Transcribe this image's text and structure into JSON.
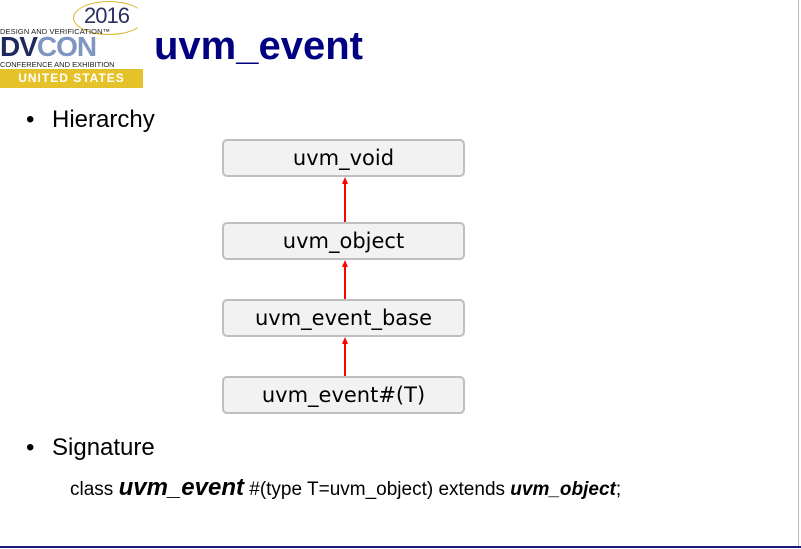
{
  "logo": {
    "year": "2016",
    "line1": "DESIGN AND VERIFICATION™",
    "dv": "DV",
    "con": "CON",
    "line2": "CONFERENCE AND EXHIBITION",
    "region": "UNITED STATES"
  },
  "title": "uvm_event",
  "bullets": [
    {
      "marker": "•",
      "text": "Hierarchy"
    },
    {
      "marker": "•",
      "text": "Signature"
    }
  ],
  "hierarchy": {
    "boxes": [
      "uvm_void",
      "uvm_object",
      "uvm_event_base",
      "uvm_event#(T)"
    ],
    "arrow_color": "#ff0000",
    "box_fill": "#f2f2f2",
    "box_border": "#bfbfbf"
  },
  "signature": {
    "p1": "class ",
    "p2": "uvm_event",
    "p3": " #(type T=uvm_object) extends ",
    "p4": "uvm_object",
    "p5": ";"
  },
  "colors": {
    "title": "#000080"
  }
}
